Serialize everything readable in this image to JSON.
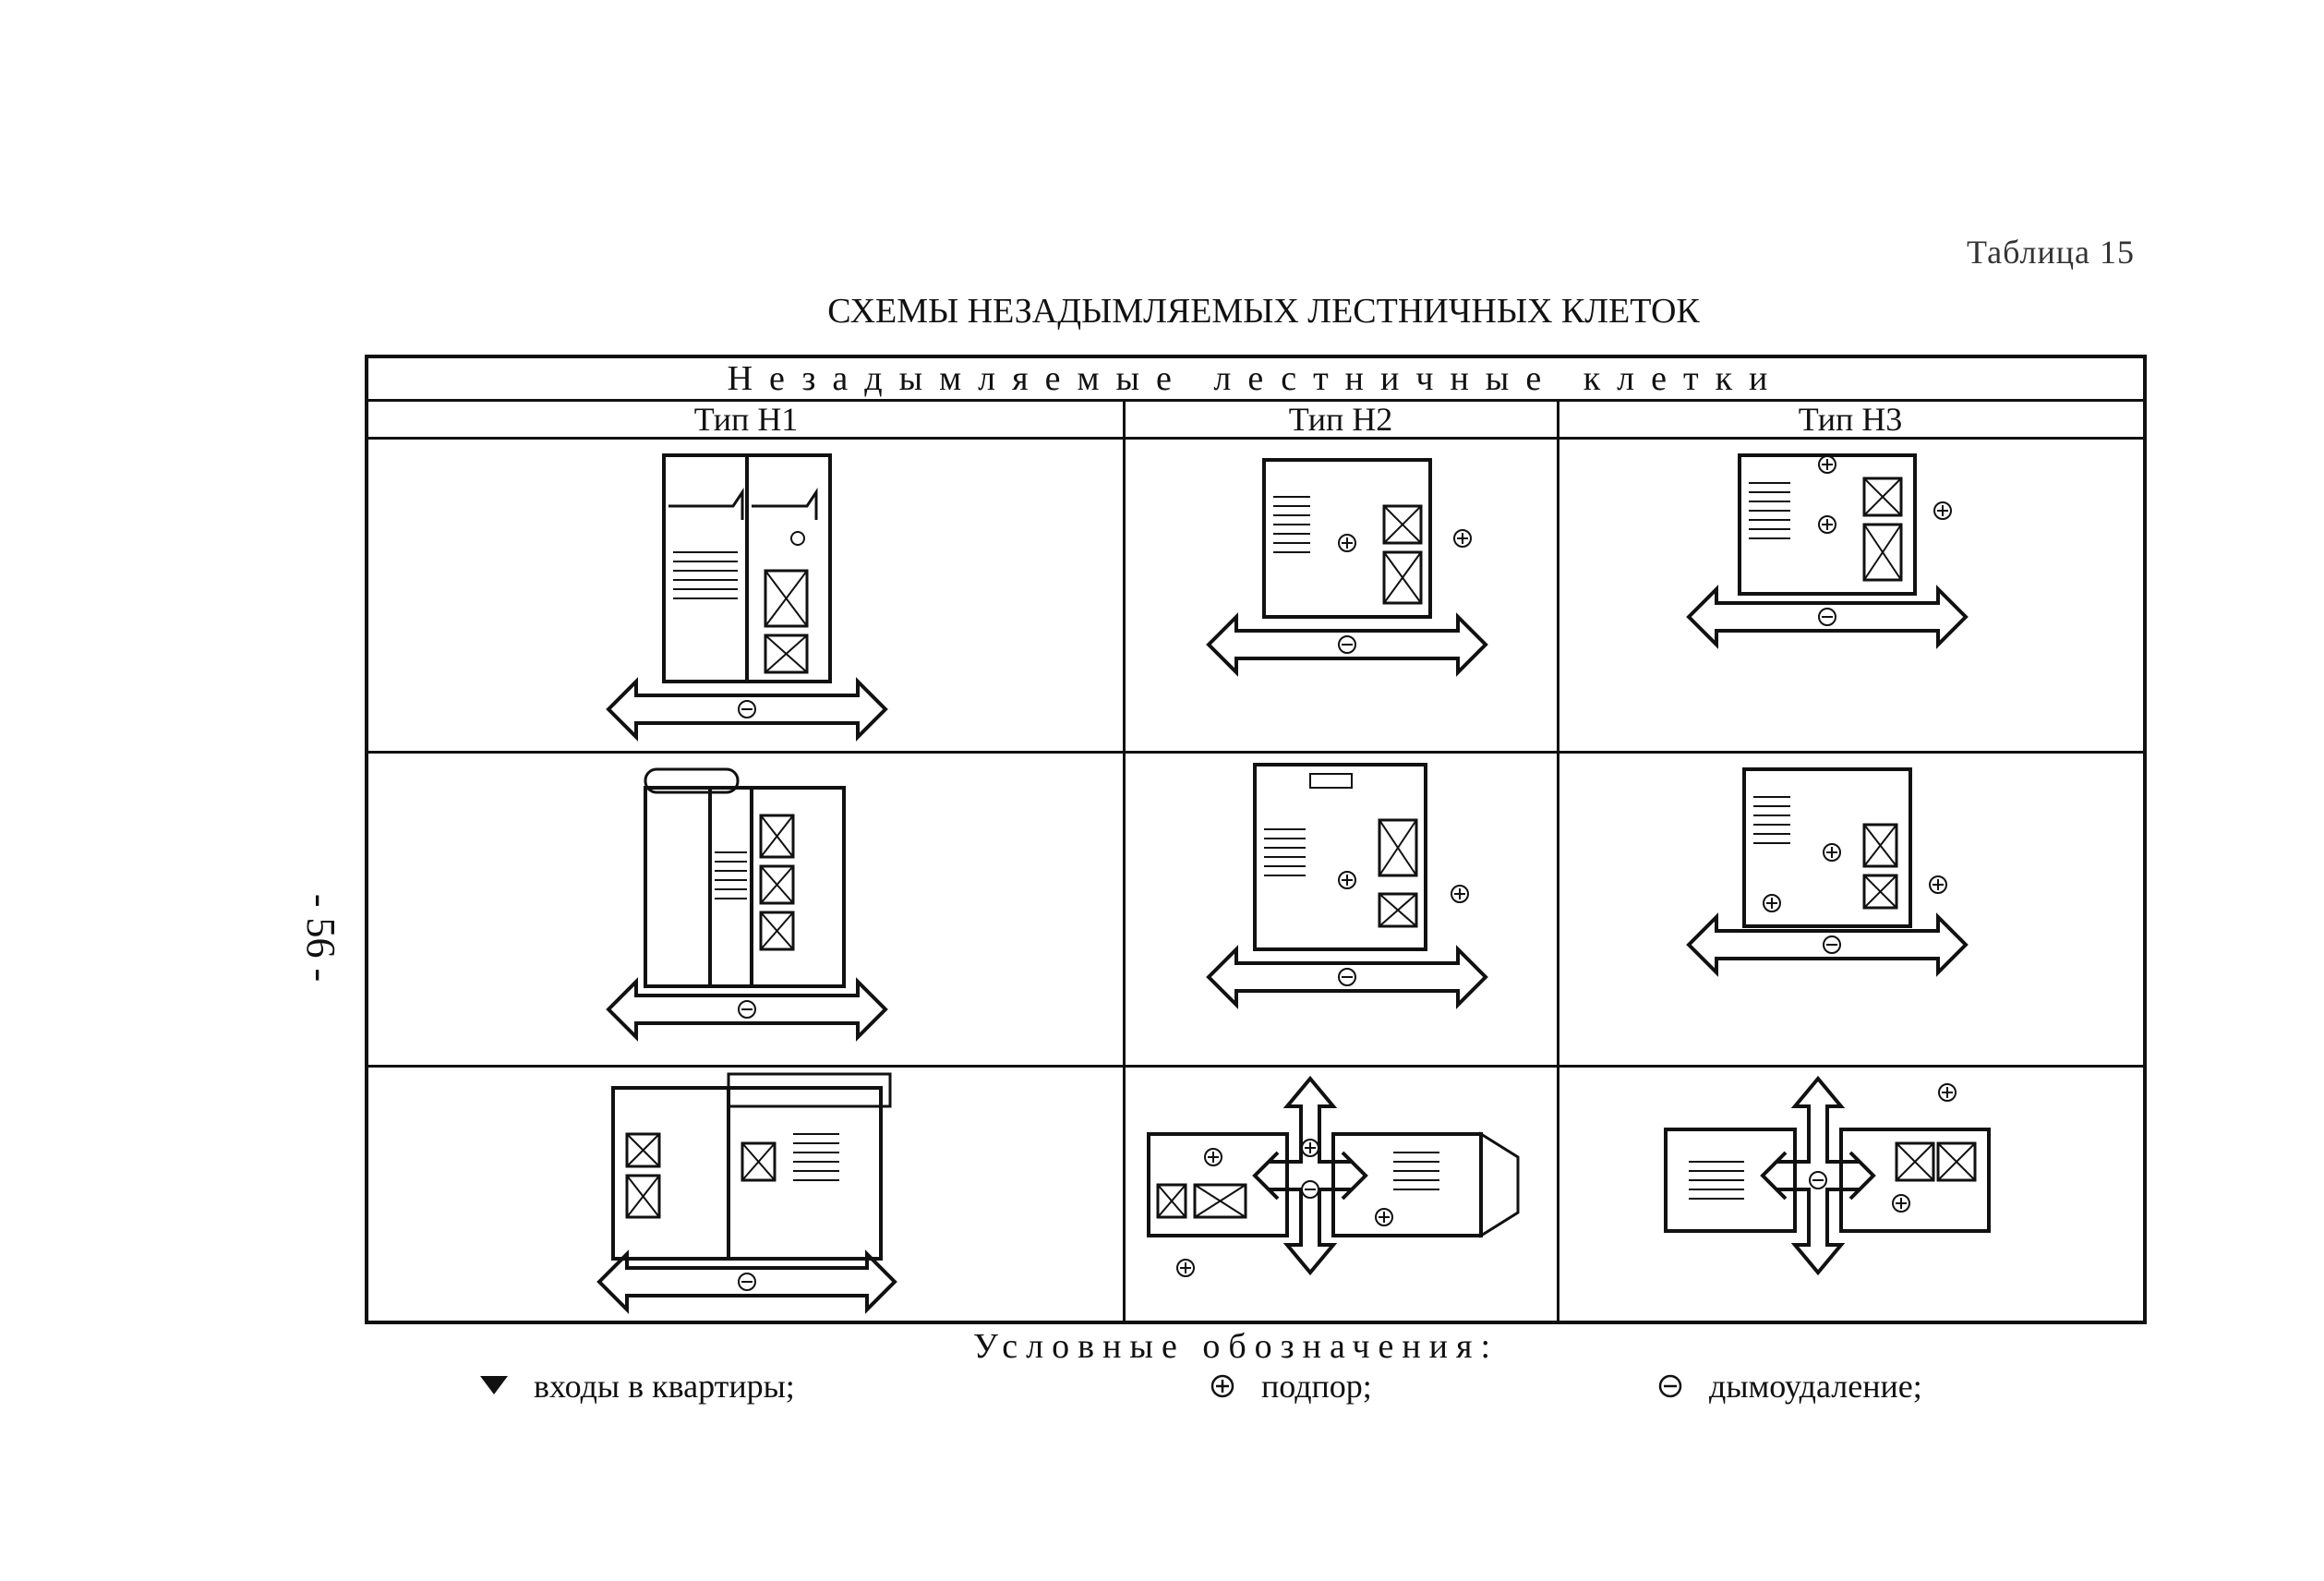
{
  "table_label": "Таблица 15",
  "title": "СХЕМЫ НЕЗАДЫМЛЯЕМЫХ ЛЕСТНИЧНЫХ КЛЕТОК",
  "page_number": "- 56 -",
  "table": {
    "header": "Незадымляемые лестничные клетки",
    "columns": [
      "Тип Н1",
      "Тип Н2",
      "Тип Н3"
    ]
  },
  "legend": {
    "title": "Условные обозначения:",
    "items": [
      {
        "icon": "triangle-down-icon",
        "label": "входы в квартиры;"
      },
      {
        "icon": "circle-plus-icon",
        "label": "подпор;"
      },
      {
        "icon": "circle-minus-icon",
        "label": "дымоудаление;"
      }
    ]
  }
}
